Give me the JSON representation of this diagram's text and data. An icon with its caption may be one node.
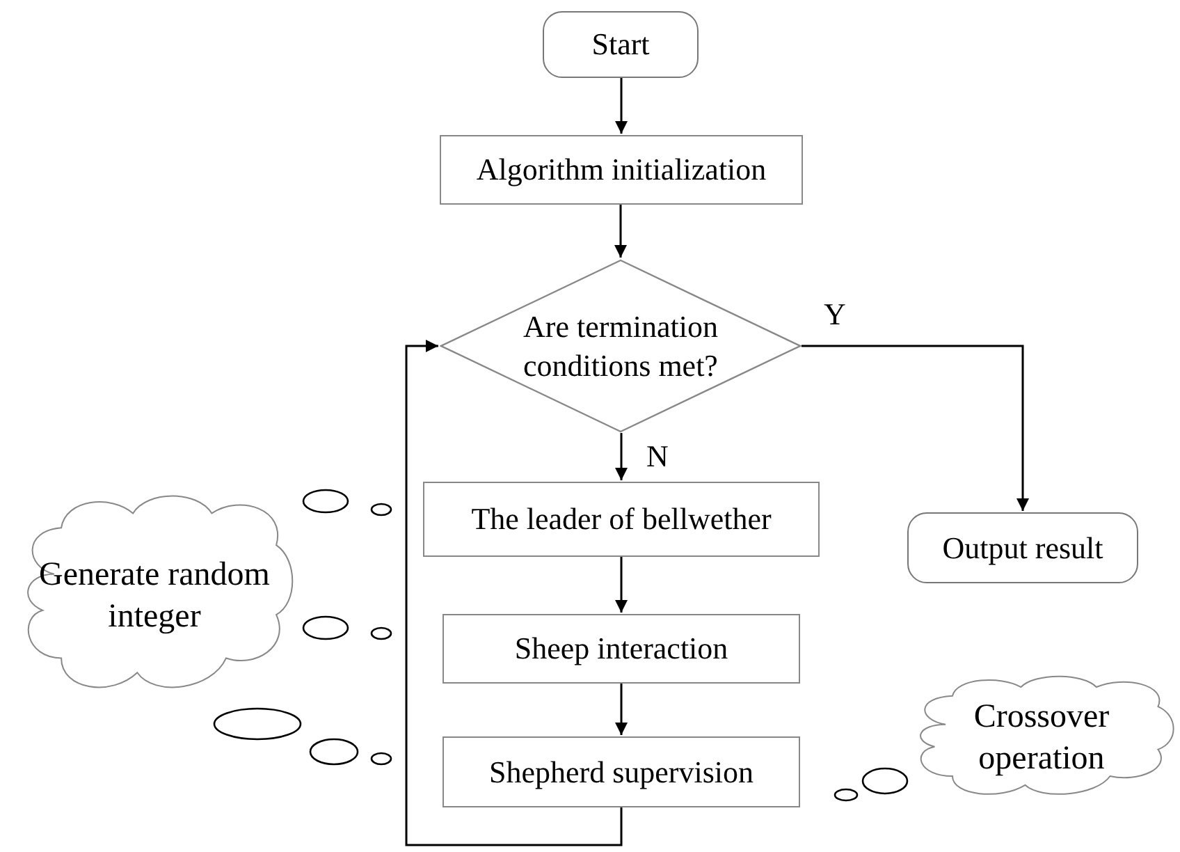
{
  "diagram": {
    "nodes": [
      {
        "text": [
          "Start"
        ]
      },
      {
        "text": [
          "Algorithm initialization"
        ]
      },
      {
        "text": [
          "Are termination conditions met?"
        ]
      },
      {
        "text": [
          "The leader of bellwether"
        ]
      },
      {
        "text": [
          "Sheep interaction"
        ]
      },
      {
        "text": [
          "Shepherd supervision"
        ]
      },
      {
        "text": [
          "Output result"
        ]
      },
      {
        "text": [
          "Generate random integer"
        ]
      },
      {
        "text": [
          "Crossover operation"
        ]
      }
    ],
    "edges": [
      {
        "from": 0,
        "to": 1,
        "arrow": "to"
      },
      {
        "from": 1,
        "to": 2,
        "arrow": "to"
      },
      {
        "from": 2,
        "to": 6,
        "label": "Y",
        "arrow": "to"
      },
      {
        "from": 2,
        "to": 3,
        "label": "N",
        "arrow": "to"
      },
      {
        "from": 3,
        "to": 4,
        "arrow": "to"
      },
      {
        "from": 4,
        "to": 5,
        "arrow": "to"
      },
      {
        "from": 5,
        "to": 2,
        "arrow": "to"
      }
    ]
  }
}
